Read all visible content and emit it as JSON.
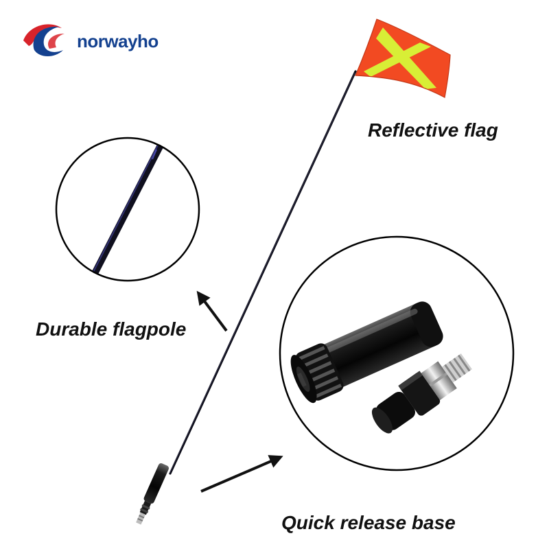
{
  "brand": {
    "name": "norwayho"
  },
  "callouts": {
    "flag": "Reflective flag",
    "pole": "Durable flagpole",
    "base": "Quick release base"
  },
  "colors": {
    "flag_red": "#f24a22",
    "flag_stripe": "#d8ee36",
    "pole": "#0b0b16",
    "logo_red": "#d8232a",
    "logo_blue": "#14418f"
  },
  "icons": [
    "logo-mark-icon",
    "arrow-icon"
  ]
}
